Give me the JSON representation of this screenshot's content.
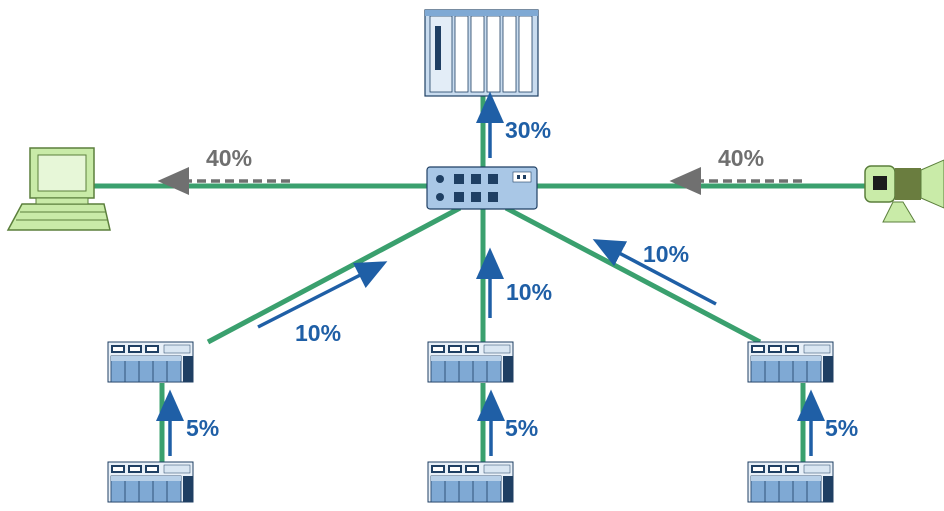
{
  "colors": {
    "link": "#3aa06e",
    "flow_arrow": "#1f5fa6",
    "flow_arrow_dashed": "#707070",
    "device_blue": "#bcd3ea",
    "device_dark": "#1f3f63",
    "pc_green": "#c9eba8"
  },
  "nodes": [
    {
      "id": "controller",
      "icon": "controller-rack-icon"
    },
    {
      "id": "switch",
      "icon": "network-switch-icon"
    },
    {
      "id": "pc",
      "icon": "computer-icon"
    },
    {
      "id": "camera",
      "icon": "camera-icon"
    },
    {
      "id": "io-left-top",
      "icon": "io-module-icon"
    },
    {
      "id": "io-left-bottom",
      "icon": "io-module-icon"
    },
    {
      "id": "io-center-top",
      "icon": "io-module-icon"
    },
    {
      "id": "io-center-bottom",
      "icon": "io-module-icon"
    },
    {
      "id": "io-right-top",
      "icon": "io-module-icon"
    },
    {
      "id": "io-right-bottom",
      "icon": "io-module-icon"
    }
  ],
  "flows": {
    "to_controller": "30%",
    "to_pc": "40%",
    "from_camera": "40%",
    "left_branch": "10%",
    "center_branch": "10%",
    "right_branch": "10%",
    "left_lower": "5%",
    "center_lower": "5%",
    "right_lower": "5%"
  }
}
